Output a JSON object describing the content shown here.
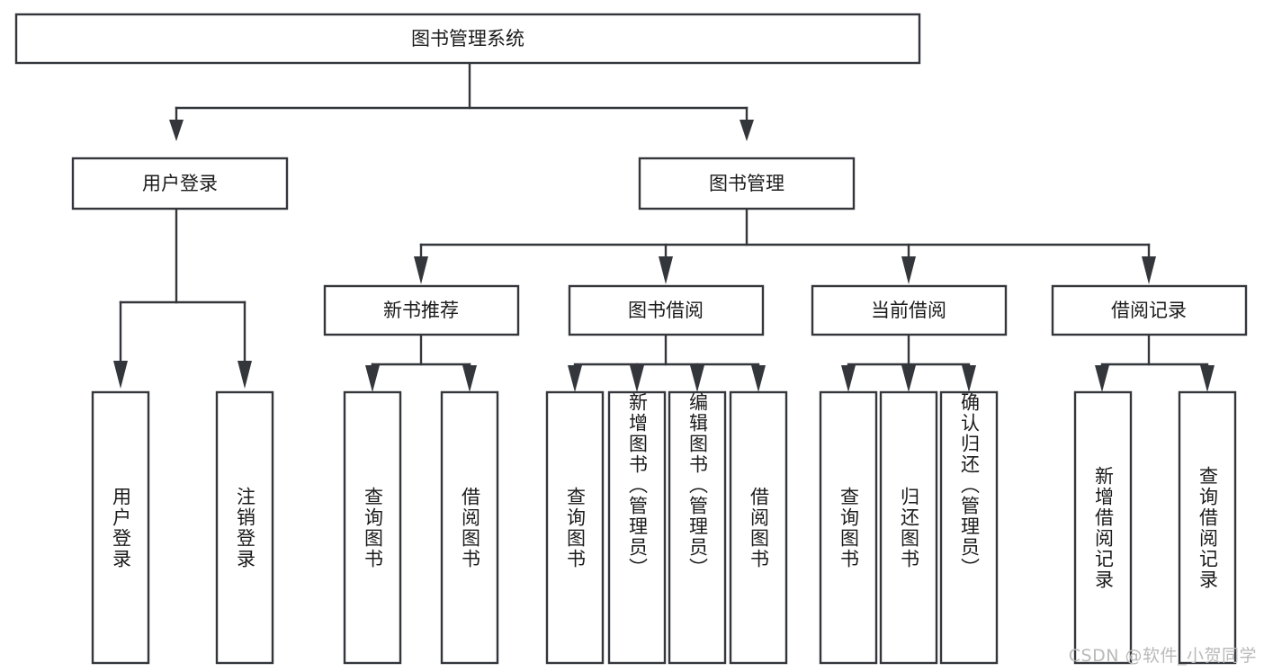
{
  "diagram": {
    "title": "图书管理系统",
    "type": "hierarchy-tree",
    "watermark": "CSDN @软件_小贺同学",
    "colors": {
      "stroke": "#33363b",
      "box_fill": "#ffffff",
      "text": "#1b1b1b",
      "background": "#ffffff",
      "watermark": "#b9b9b9"
    },
    "root": {
      "id": "root",
      "label": "图书管理系统",
      "orientation": "horizontal"
    },
    "level2": [
      {
        "id": "user-login",
        "label": "用户登录",
        "orientation": "horizontal"
      },
      {
        "id": "book-manage",
        "label": "图书管理",
        "orientation": "horizontal"
      }
    ],
    "level3": [
      {
        "id": "new-book-recommend",
        "label": "新书推荐",
        "orientation": "horizontal",
        "parent": "book-manage"
      },
      {
        "id": "book-borrow",
        "label": "图书借阅",
        "orientation": "horizontal",
        "parent": "book-manage"
      },
      {
        "id": "current-borrow",
        "label": "当前借阅",
        "orientation": "horizontal",
        "parent": "book-manage"
      },
      {
        "id": "borrow-record",
        "label": "借阅记录",
        "orientation": "horizontal",
        "parent": "book-manage"
      }
    ],
    "leaves": [
      {
        "id": "leaf-user-login",
        "label": "用户登录",
        "orientation": "vertical",
        "parent": "user-login"
      },
      {
        "id": "leaf-user-logout",
        "label": "注销登录",
        "orientation": "vertical",
        "parent": "user-login"
      },
      {
        "id": "leaf-query-book-1",
        "label": "查询图书",
        "orientation": "vertical",
        "parent": "new-book-recommend"
      },
      {
        "id": "leaf-borrow-book-1",
        "label": "借阅图书",
        "orientation": "vertical",
        "parent": "new-book-recommend"
      },
      {
        "id": "leaf-query-book-2",
        "label": "查询图书",
        "orientation": "vertical",
        "parent": "book-borrow"
      },
      {
        "id": "leaf-add-book",
        "label": "新增图书（管理员）",
        "orientation": "vertical",
        "parent": "book-borrow"
      },
      {
        "id": "leaf-edit-book",
        "label": "编辑图书（管理员）",
        "orientation": "vertical",
        "parent": "book-borrow"
      },
      {
        "id": "leaf-borrow-book-2",
        "label": "借阅图书",
        "orientation": "vertical",
        "parent": "book-borrow"
      },
      {
        "id": "leaf-query-book-3",
        "label": "查询图书",
        "orientation": "vertical",
        "parent": "current-borrow"
      },
      {
        "id": "leaf-return-book",
        "label": "归还图书",
        "orientation": "vertical",
        "parent": "current-borrow"
      },
      {
        "id": "leaf-confirm-return",
        "label": "确认归还（管理员）",
        "orientation": "vertical",
        "parent": "current-borrow"
      },
      {
        "id": "leaf-add-record",
        "label": "新增借阅记录",
        "orientation": "vertical",
        "parent": "borrow-record"
      },
      {
        "id": "leaf-query-record",
        "label": "查询借阅记录",
        "orientation": "vertical",
        "parent": "borrow-record"
      }
    ]
  }
}
